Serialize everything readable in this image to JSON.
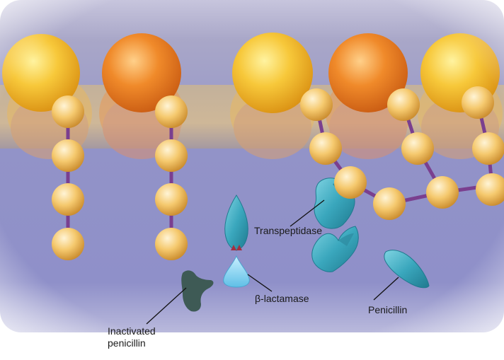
{
  "labels": {
    "transpeptidase": "Transpeptidase",
    "beta_lactamase": "β-lactamase",
    "penicillin": "Penicillin",
    "inactivated_line1": "Inactivated",
    "inactivated_line2": "penicillin"
  },
  "colors": {
    "background_top": "#a9a7c8",
    "background_lower": "#8f90c9",
    "membrane_band": "#d9b98a",
    "yellow_head": "#f6c23a",
    "orange_head": "#f08a2a",
    "bead": "#f3c66c",
    "peptide_link": "#7a3f8f",
    "enzyme_teal": "#3aa7bd",
    "beta_lactamase": "#8fd3ee",
    "inactivated": "#3e5a55"
  },
  "icons": [
    "transpeptidase-enzyme",
    "penicillin-molecule",
    "beta-lactamase-enzyme",
    "inactivated-penicillin"
  ]
}
